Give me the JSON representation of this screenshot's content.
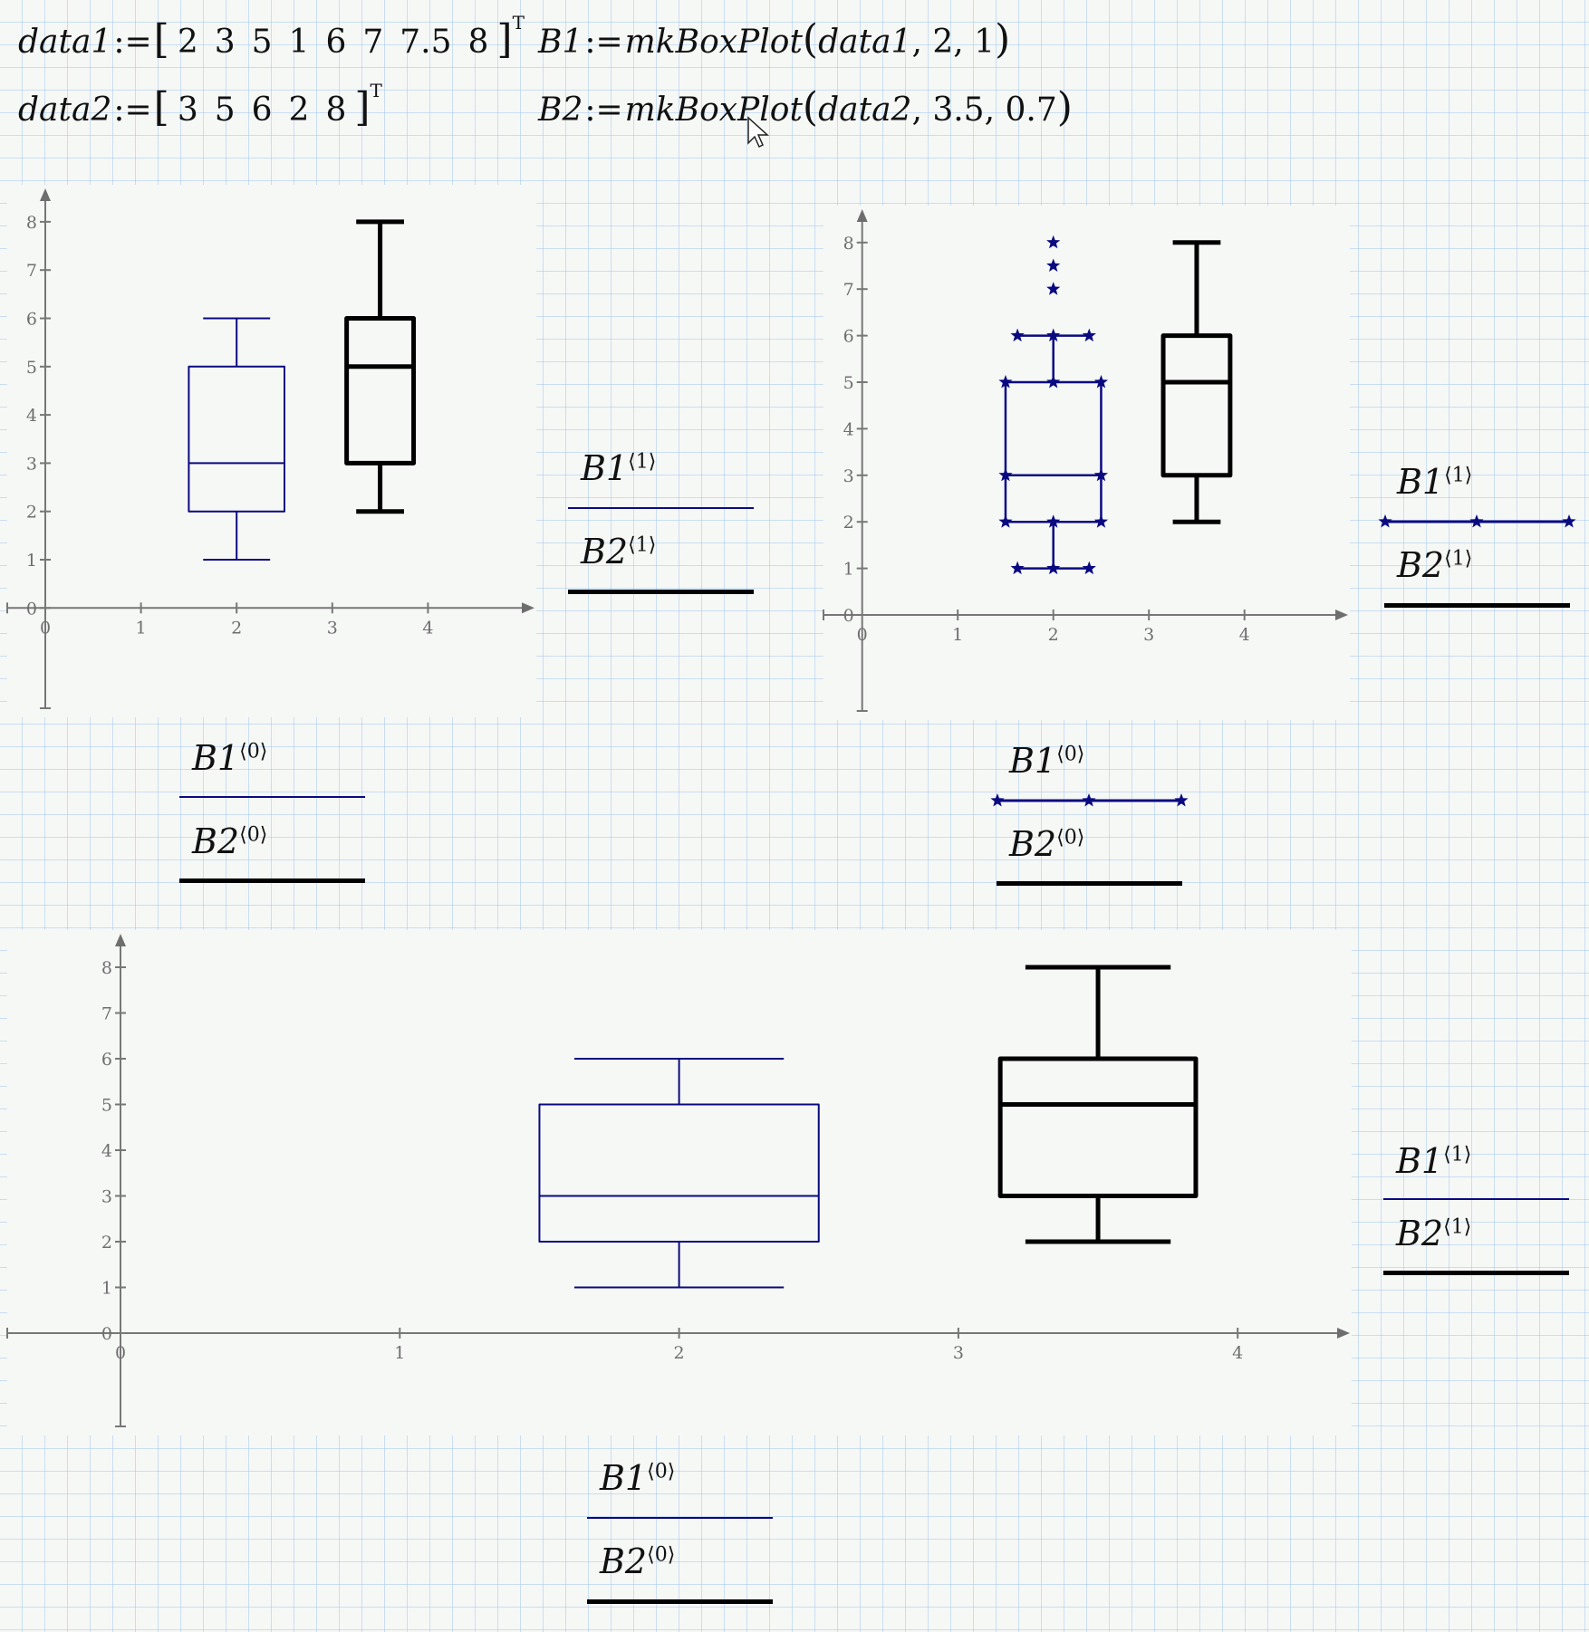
{
  "worksheet": {
    "definitions": [
      {
        "name": "data1",
        "assign": ":=",
        "values": [
          "2",
          "3",
          "5",
          "1",
          "6",
          "7",
          "7.5",
          "8"
        ],
        "transpose": "T"
      },
      {
        "name": "data2",
        "assign": ":=",
        "values": [
          "3",
          "5",
          "6",
          "2",
          "8"
        ],
        "transpose": "T"
      }
    ],
    "calls": [
      {
        "name": "B1",
        "assign": ":=",
        "func": "mkBoxPlot",
        "arg_var": "data1",
        "arg2": "2",
        "arg3": "1"
      },
      {
        "name": "B2",
        "assign": ":=",
        "func": "mkBoxPlot",
        "arg_var": "data2",
        "arg2": "3.5",
        "arg3": "0.7"
      }
    ]
  },
  "colors": {
    "series1": "#0a0a80",
    "series2": "#000000",
    "axis": "#777777",
    "grid": "#a8c8ee",
    "background": "#f6f8f6"
  },
  "legend_labels": {
    "b1_y": "B1",
    "b2_y": "B2",
    "y_index": "⟨1⟩",
    "b1_x": "B1",
    "b2_x": "B2",
    "x_index": "⟨0⟩"
  },
  "chart_data": [
    {
      "type": "box",
      "title": "",
      "xlabel": "B1⟨0⟩, B2⟨0⟩",
      "ylabel": "B1⟨1⟩, B2⟨1⟩",
      "xlim": [
        0,
        4.3
      ],
      "ylim": [
        0,
        8.5
      ],
      "x_ticks": [
        "0",
        "1",
        "2",
        "3",
        "4"
      ],
      "y_ticks": [
        "0",
        "1",
        "2",
        "3",
        "4",
        "5",
        "6",
        "7",
        "8"
      ],
      "series": [
        {
          "name": "B1",
          "center": 2,
          "width": 1,
          "min": 1,
          "q1": 2,
          "median": 3,
          "q3": 5,
          "max": 6,
          "whisker_cap_width": 0.7,
          "markers": false,
          "color": "#0a0a80"
        },
        {
          "name": "B2",
          "center": 3.5,
          "width": 0.7,
          "min": 2,
          "q1": 3,
          "median": 5,
          "q3": 6,
          "max": 8,
          "whisker_cap_width": 0.5,
          "markers": false,
          "color": "#000000"
        }
      ]
    },
    {
      "type": "box",
      "title": "",
      "xlabel": "B1⟨0⟩, B2⟨0⟩",
      "ylabel": "B1⟨1⟩, B2⟨1⟩",
      "xlim": [
        0,
        4.3
      ],
      "ylim": [
        0,
        8.5
      ],
      "x_ticks": [
        "0",
        "1",
        "2",
        "3",
        "4"
      ],
      "y_ticks": [
        "0",
        "1",
        "2",
        "3",
        "4",
        "5",
        "6",
        "7",
        "8"
      ],
      "series": [
        {
          "name": "B1",
          "center": 2,
          "width": 1,
          "min": 1,
          "q1": 2,
          "median": 3,
          "q3": 5,
          "max": 6,
          "whisker_cap_width": 0.75,
          "markers": true,
          "marker": "star",
          "extra_points": [
            7,
            7.5,
            8
          ],
          "color": "#0a0a80"
        },
        {
          "name": "B2",
          "center": 3.5,
          "width": 0.7,
          "min": 2,
          "q1": 3,
          "median": 5,
          "q3": 6,
          "max": 8,
          "whisker_cap_width": 0.5,
          "markers": false,
          "color": "#000000"
        }
      ]
    },
    {
      "type": "box",
      "title": "",
      "xlabel": "B1⟨0⟩, B2⟨0⟩",
      "ylabel": "B1⟨1⟩, B2⟨1⟩",
      "xlim": [
        0,
        4.4
      ],
      "ylim": [
        0,
        8.5
      ],
      "x_ticks": [
        "0",
        "1",
        "2",
        "3",
        "4"
      ],
      "y_ticks": [
        "0",
        "1",
        "2",
        "3",
        "4",
        "5",
        "6",
        "7",
        "8"
      ],
      "series": [
        {
          "name": "B1",
          "center": 2,
          "width": 1,
          "min": 1,
          "q1": 2,
          "median": 3,
          "q3": 5,
          "max": 6,
          "whisker_cap_width": 0.75,
          "markers": false,
          "color": "#0a0a80"
        },
        {
          "name": "B2",
          "center": 3.5,
          "width": 0.7,
          "min": 2,
          "q1": 3,
          "median": 5,
          "q3": 6,
          "max": 8,
          "whisker_cap_width": 0.52,
          "markers": false,
          "color": "#000000"
        }
      ]
    }
  ]
}
